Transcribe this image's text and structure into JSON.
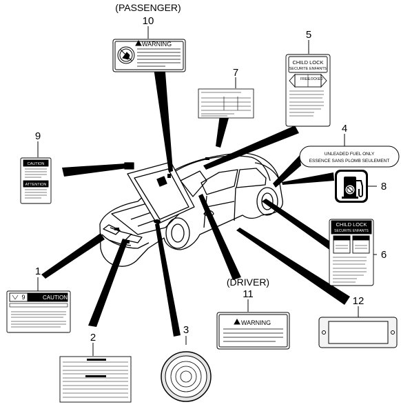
{
  "diagram": {
    "callouts": {
      "c1": "1",
      "c2": "2",
      "c3": "3",
      "c4": "4",
      "c5": "5",
      "c6": "6",
      "c7": "7",
      "c8": "8",
      "c9": "9",
      "c10": "10",
      "c11": "11",
      "c12": "12"
    },
    "captions": {
      "passenger": "(PASSENGER)",
      "driver": "(DRIVER)"
    },
    "labels": {
      "warning_passenger": "WARNING",
      "warning_driver": "WARNING",
      "caution_1": "CAUTION",
      "caution_1_code": "9",
      "fuel_line1": "UNLEADED FUEL ONLY",
      "fuel_line2": "ESSENCE SANS PLOMB SEULEMENT",
      "childlock_5_title": "CHILD LOCK",
      "childlock_5_sub": "SECURITE ENFANTS",
      "childlock_5_free": "FREE",
      "childlock_5_locked": "LOCKED",
      "childlock_6_title": "CHILD LOCK",
      "childlock_6_sub": "SECURITE ENFANTS",
      "caution_9_top": "CAUTION",
      "caution_9_mid": "ATTENTION"
    },
    "colors": {
      "ink": "#000000",
      "paper": "#ffffff",
      "shade": "#d8d8d8"
    }
  }
}
